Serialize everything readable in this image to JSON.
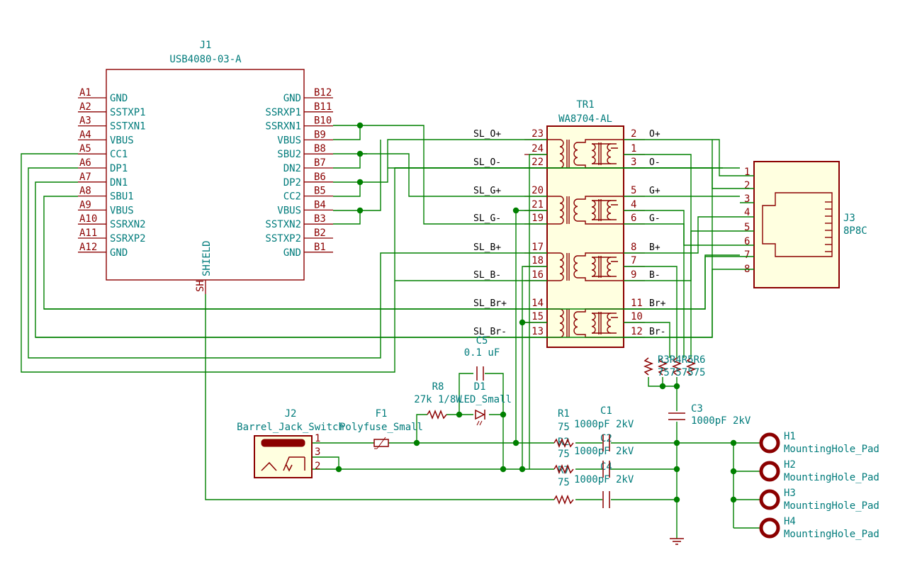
{
  "j1": {
    "ref": "J1",
    "value": "USB4080-03-A",
    "left_pins": [
      {
        "num": "A1",
        "name": "GND"
      },
      {
        "num": "A2",
        "name": "SSTXP1"
      },
      {
        "num": "A3",
        "name": "SSTXN1"
      },
      {
        "num": "A4",
        "name": "VBUS"
      },
      {
        "num": "A5",
        "name": "CC1"
      },
      {
        "num": "A6",
        "name": "DP1"
      },
      {
        "num": "A7",
        "name": "DN1"
      },
      {
        "num": "A8",
        "name": "SBU1"
      },
      {
        "num": "A9",
        "name": "VBUS"
      },
      {
        "num": "A10",
        "name": "SSRXN2"
      },
      {
        "num": "A11",
        "name": "SSRXP2"
      },
      {
        "num": "A12",
        "name": "GND"
      }
    ],
    "right_pins": [
      {
        "num": "B12",
        "name": "GND"
      },
      {
        "num": "B11",
        "name": "SSRXP1"
      },
      {
        "num": "B10",
        "name": "SSRXN1"
      },
      {
        "num": "B9",
        "name": "VBUS"
      },
      {
        "num": "B8",
        "name": "SBU2"
      },
      {
        "num": "B7",
        "name": "DN2"
      },
      {
        "num": "B6",
        "name": "DP2"
      },
      {
        "num": "B5",
        "name": "CC2"
      },
      {
        "num": "B4",
        "name": "VBUS"
      },
      {
        "num": "B3",
        "name": "SSTXN2"
      },
      {
        "num": "B2",
        "name": "SSTXP2"
      },
      {
        "num": "B1",
        "name": "GND"
      }
    ],
    "shield_name": "SHIELD",
    "shield_num": "SH"
  },
  "tr1": {
    "ref": "TR1",
    "value": "WA8704-AL",
    "left_pins": [
      "23",
      "24",
      "22",
      "20",
      "21",
      "19",
      "17",
      "18",
      "16",
      "14",
      "15",
      "13"
    ],
    "right_pins": [
      "2",
      "1",
      "3",
      "5",
      "4",
      "6",
      "8",
      "7",
      "9",
      "11",
      "10",
      "12"
    ]
  },
  "j3": {
    "ref": "J3",
    "value": "8P8C",
    "pins": [
      "1",
      "2",
      "3",
      "4",
      "5",
      "6",
      "7",
      "8"
    ]
  },
  "net_labels_left": [
    "SL_O+",
    "SL_O-",
    "SL_G+",
    "SL_G-",
    "SL_B+",
    "SL_B-",
    "SL_Br+",
    "SL_Br-"
  ],
  "net_labels_right": [
    "O+",
    "O-",
    "G+",
    "G-",
    "B+",
    "B-",
    "Br+",
    "Br-"
  ],
  "resistor_bank": {
    "refs": "R3R4R5R6",
    "values": "75757575"
  },
  "c5": {
    "ref": "C5",
    "value": "0.1 uF"
  },
  "r8": {
    "ref": "R8",
    "value": "27k 1/8W"
  },
  "d1": {
    "ref": "D1",
    "value": "LED_Small"
  },
  "j2": {
    "ref": "J2",
    "value": "Barrel_Jack_Switch",
    "pins": [
      "1",
      "3",
      "2"
    ]
  },
  "f1": {
    "ref": "F1",
    "value": "Polyfuse_Small"
  },
  "r1": {
    "ref": "R1",
    "value": "75"
  },
  "r2": {
    "ref": "R2",
    "value": "75"
  },
  "r7": {
    "ref": "R7",
    "value": "75"
  },
  "c1": {
    "ref": "C1",
    "value": "1000pF 2kV"
  },
  "c2": {
    "ref": "C2",
    "value": "1000pF 2kV"
  },
  "c4": {
    "ref": "C4",
    "value": "1000pF 2kV"
  },
  "c3": {
    "ref": "C3",
    "value": "1000pF 2kV"
  },
  "mounting_holes": [
    {
      "ref": "H1",
      "value": "MountingHole_Pad"
    },
    {
      "ref": "H2",
      "value": "MountingHole_Pad"
    },
    {
      "ref": "H3",
      "value": "MountingHole_Pad"
    },
    {
      "ref": "H4",
      "value": "MountingHole_Pad"
    }
  ],
  "colors": {
    "wire": "#008000",
    "symbol": "#8b0000",
    "body_fill": "#ffffe0",
    "ref_text": "#007b7b"
  }
}
